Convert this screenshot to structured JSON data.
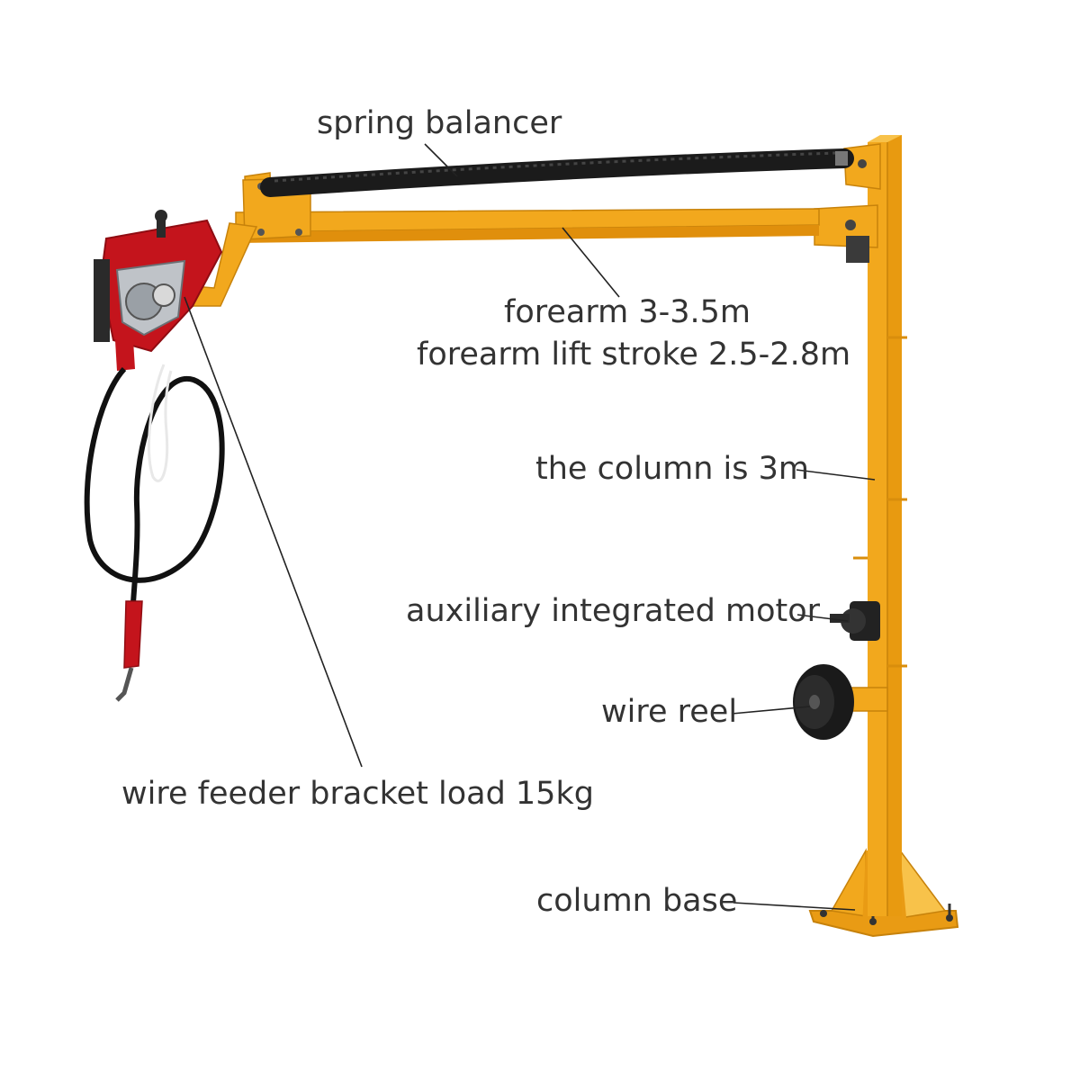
{
  "labels": {
    "spring_balancer": "spring balancer",
    "forearm_length": "forearm 3-3.5m",
    "forearm_lift": "forearm lift stroke 2.5-2.8m",
    "column": "the column is 3m",
    "motor": "auxiliary integrated motor",
    "wire_reel": "wire reel",
    "bracket_load": "wire feeder bracket load 15kg",
    "column_base": "column base"
  },
  "colors": {
    "steel": "#f2a81d",
    "steel_shade": "#d98e0c",
    "steel_light": "#f8c24a",
    "balancer": "#1b1b1b",
    "feeder_red": "#c4141c",
    "feeder_dark": "#2a2a2a",
    "cable": "#111111",
    "leader": "#222222",
    "text": "#333333"
  }
}
